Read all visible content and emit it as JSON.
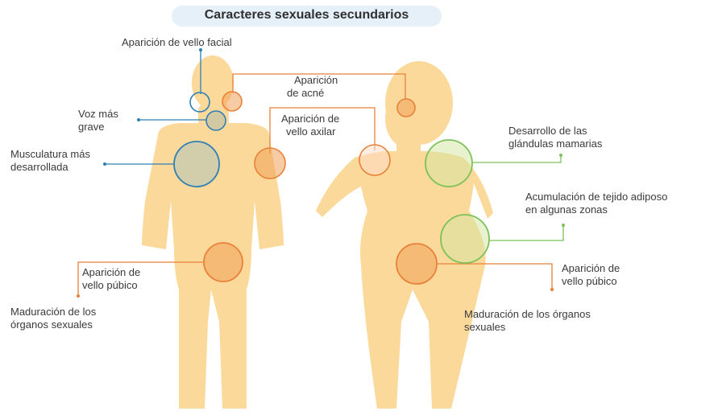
{
  "title": "Caracteres sexuales secundarios",
  "labels": {
    "facial_hair": "Aparición de vello facial",
    "deeper_voice_1": "Voz más",
    "deeper_voice_2": "grave",
    "muscle_1": "Musculatura más",
    "muscle_2": "desarrollada",
    "acne_1": "Aparición",
    "acne_2": "de acné",
    "axillary_1": "Aparición de",
    "axillary_2": "vello axilar",
    "male_pubic_1": "Aparición de",
    "male_pubic_2": "vello púbico",
    "male_organs_1": "Maduración de los",
    "male_organs_2": "órganos sexuales",
    "breasts_1": "Desarrollo de las",
    "breasts_2": "glándulas mamarias",
    "adipose_1": "Acumulación de tejido adiposo",
    "adipose_2": "en algunas zonas",
    "female_pubic_1": "Aparición de",
    "female_pubic_2": "vello púbico",
    "female_organs_1": "Maduración de los órganos",
    "female_organs_2": "sexuales"
  },
  "colors": {
    "body": "#fbd99a",
    "blue": "#2f7fb5",
    "orange": "#e8813a",
    "green": "#7cc15a",
    "title_bg": "#e6f0f8"
  }
}
